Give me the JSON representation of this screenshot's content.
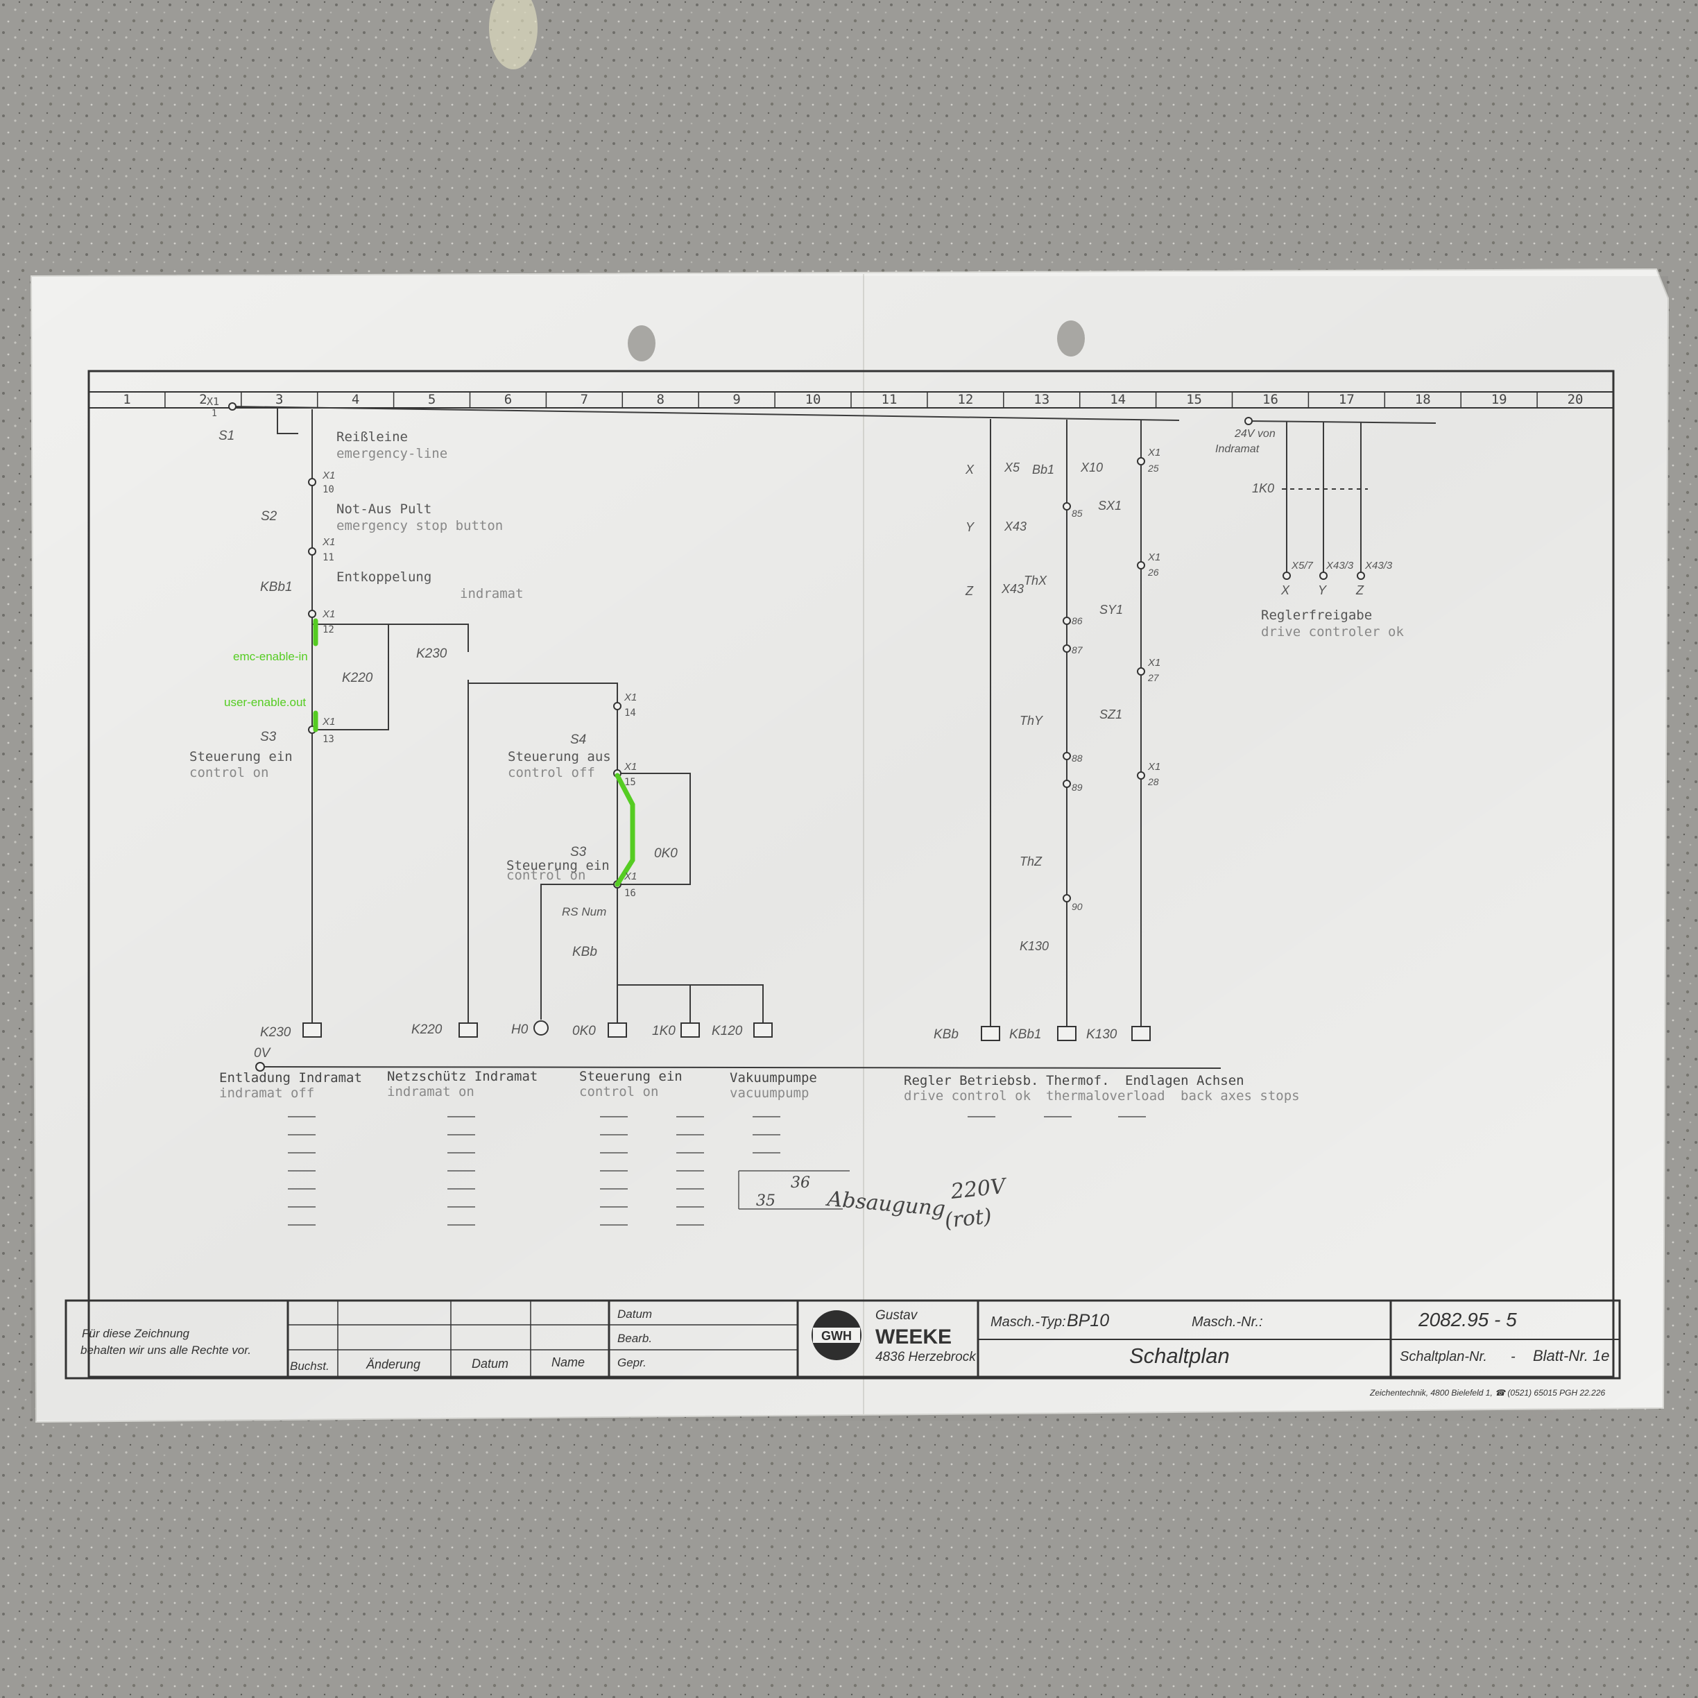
{
  "grid_columns": [
    "1",
    "2",
    "3",
    "4",
    "5",
    "6",
    "7",
    "8",
    "9",
    "10",
    "11",
    "12",
    "13",
    "14",
    "15",
    "16",
    "17",
    "18",
    "19",
    "20"
  ],
  "annotations": {
    "emc_enable_in": "emc-enable-in",
    "user_enable_out": "user-enable.out",
    "color": "#55cc22"
  },
  "left_section": {
    "x1_top": "X1",
    "x1_top_num": "1",
    "s1": "S1",
    "reissleine": "Reißleine",
    "emergency_line": "emergency-line",
    "x1_10_a": "X1",
    "x1_10_b": "10",
    "s2": "S2",
    "not_aus": "Not-Aus Pult",
    "emergency_stop": "emergency stop button",
    "x1_11_a": "X1",
    "x1_11_b": "11",
    "kbb1": "KBb1",
    "entkoppelung": "Entkoppelung",
    "indramat": "indramat",
    "x1_12_a": "X1",
    "x1_12_b": "12",
    "k220": "K220",
    "k230": "K230",
    "s3": "S3",
    "x1_13_a": "X1",
    "x1_13_b": "13",
    "steuerung_ein": "Steuerung ein",
    "control_on": "control on",
    "ov": "0V"
  },
  "middle_section": {
    "x1_14_a": "X1",
    "x1_14_b": "14",
    "s4": "S4",
    "steuerung_aus": "Steuerung aus",
    "control_off": "control off",
    "x1_15_a": "X1",
    "x1_15_b": "15",
    "s3": "S3",
    "steuerung_ein": "Steuerung ein",
    "control_on": "control on",
    "x1_16_a": "X1",
    "x1_16_b": "16",
    "oko": "0K0",
    "rs_num": "RS Num",
    "kbb": "KBb",
    "h0": "H0"
  },
  "coils": [
    "K230",
    "K220",
    "0K0",
    "1K0",
    "K120",
    "KBb",
    "KBb1",
    "K130"
  ],
  "bottom_labels": [
    {
      "de": "Entladung Indramat",
      "en": "indramat off"
    },
    {
      "de": "Netzschütz Indramat",
      "en": "indramat on"
    },
    {
      "de": "Steuerung ein",
      "en": "control on"
    },
    {
      "de": "Vakuumpumpe",
      "en": "vacuumpump"
    },
    {
      "de": "Regler Betriebsb.",
      "en": "drive control ok"
    },
    {
      "de": "Thermof.",
      "en": "thermaloverload"
    },
    {
      "de": "Endlagen Achsen",
      "en": "back axes stops"
    }
  ],
  "right_section": {
    "x": "X",
    "x5": "X5",
    "y": "Y",
    "x43": "X43",
    "z": "Z",
    "x43b": "X43",
    "bb1": "Bb1",
    "x10": "X10",
    "thx": "ThX",
    "thy": "ThY",
    "thz": "ThZ",
    "k130": "K130",
    "sx1": "SX1",
    "sy1": "SY1",
    "sz1": "SZ1",
    "x1_25": "25",
    "x1_26": "26",
    "x1_27": "27",
    "x1_28": "28",
    "x1_85": "85",
    "x1_86": "86",
    "x1_87": "87",
    "x1_88": "88",
    "x1_89": "89",
    "x1_90": "90",
    "x1": "X1",
    "v24": "24V von",
    "indramat": "Indramat",
    "ik0": "1K0",
    "x57": "X5/7",
    "x433": "X43/3",
    "x433b": "X43/3",
    "ax": "X",
    "ay": "Y",
    "az": "Z",
    "reglerfreigabe": "Reglerfreigabe",
    "drive_ok": "drive controler ok"
  },
  "handwritten": {
    "absaugung": "Absaugung",
    "voltage": "220V",
    "rot": "(rot)",
    "n36": "36",
    "n35": "35"
  },
  "title_block": {
    "rights": "Für diese Zeichnung",
    "rights2": "behalten wir uns alle Rechte vor.",
    "buchst": "Buchst.",
    "aenderung": "Änderung",
    "datum": "Datum",
    "name": "Name",
    "datum2": "Datum",
    "bearb": "Bearb.",
    "gepr": "Gepr.",
    "company1": "Gustav",
    "company2": "WEEKE",
    "company3": "4836 Herzebrock",
    "logo": "GWH",
    "masch_typ_label": "Masch.-Typ:",
    "masch_typ": "BP10",
    "masch_nr_label": "Masch.-Nr.:",
    "schaltplan": "Schaltplan",
    "drawing_no": "2082.95 - 5",
    "schaltplan_nr": "Schaltplan-Nr.",
    "dash": "-",
    "blatt": "Blatt-Nr. 1e",
    "printer": "Zeichentechnik, 4800 Bielefeld 1, ☎ (0521) 65015   PGH 22.226"
  }
}
